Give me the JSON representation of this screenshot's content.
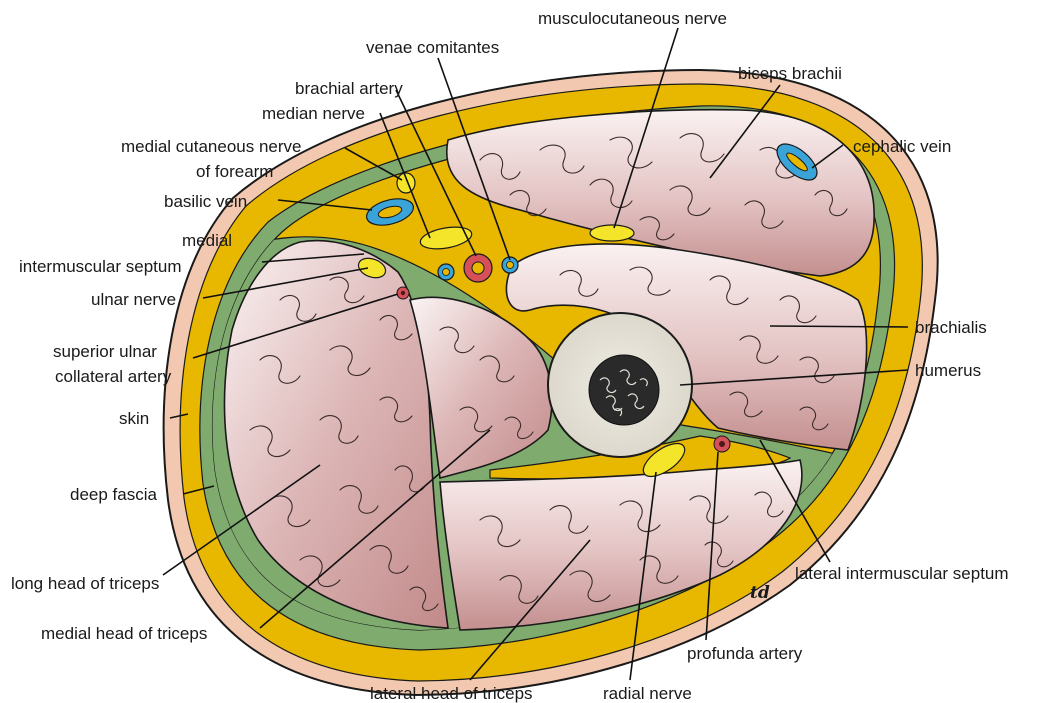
{
  "labels": {
    "musculocutaneous_nerve": "musculocutaneous nerve",
    "venae_comitantes": "venae comitantes",
    "biceps_brachii": "biceps brachii",
    "brachial_artery": "brachial artery",
    "median_nerve": "median nerve",
    "medial_cutaneous_line1": "medial cutaneous nerve",
    "medial_cutaneous_line2": "of forearm",
    "cephalic_vein": "cephalic vein",
    "basilic_vein": "basilic vein",
    "medial_intermuscular_line1": "medial",
    "medial_intermuscular_line2": "intermuscular septum",
    "ulnar_nerve": "ulnar nerve",
    "brachialis": "brachialis",
    "superior_ulnar_line1": "superior ulnar",
    "superior_ulnar_line2": "collateral artery",
    "humerus": "humerus",
    "skin": "skin",
    "deep_fascia": "deep fascia",
    "lateral_intermuscular_septum": "lateral intermuscular septum",
    "long_head_triceps": "long head of triceps",
    "medial_head_triceps": "medial head of triceps",
    "profunda_artery": "profunda artery",
    "lateral_head_triceps": "lateral head of triceps",
    "radial_nerve": "radial nerve"
  },
  "signature": "td",
  "colors": {
    "skin": "#f2c9b0",
    "fat": "#e8b800",
    "fascia": "#7fab6e",
    "muscle_light": "#f8ecec",
    "muscle_dark": "#c79595",
    "bone_cortex": "#e4e1d8",
    "nerve": "#f5e52a",
    "vein": "#3aa3d8",
    "artery": "#d6505a"
  }
}
